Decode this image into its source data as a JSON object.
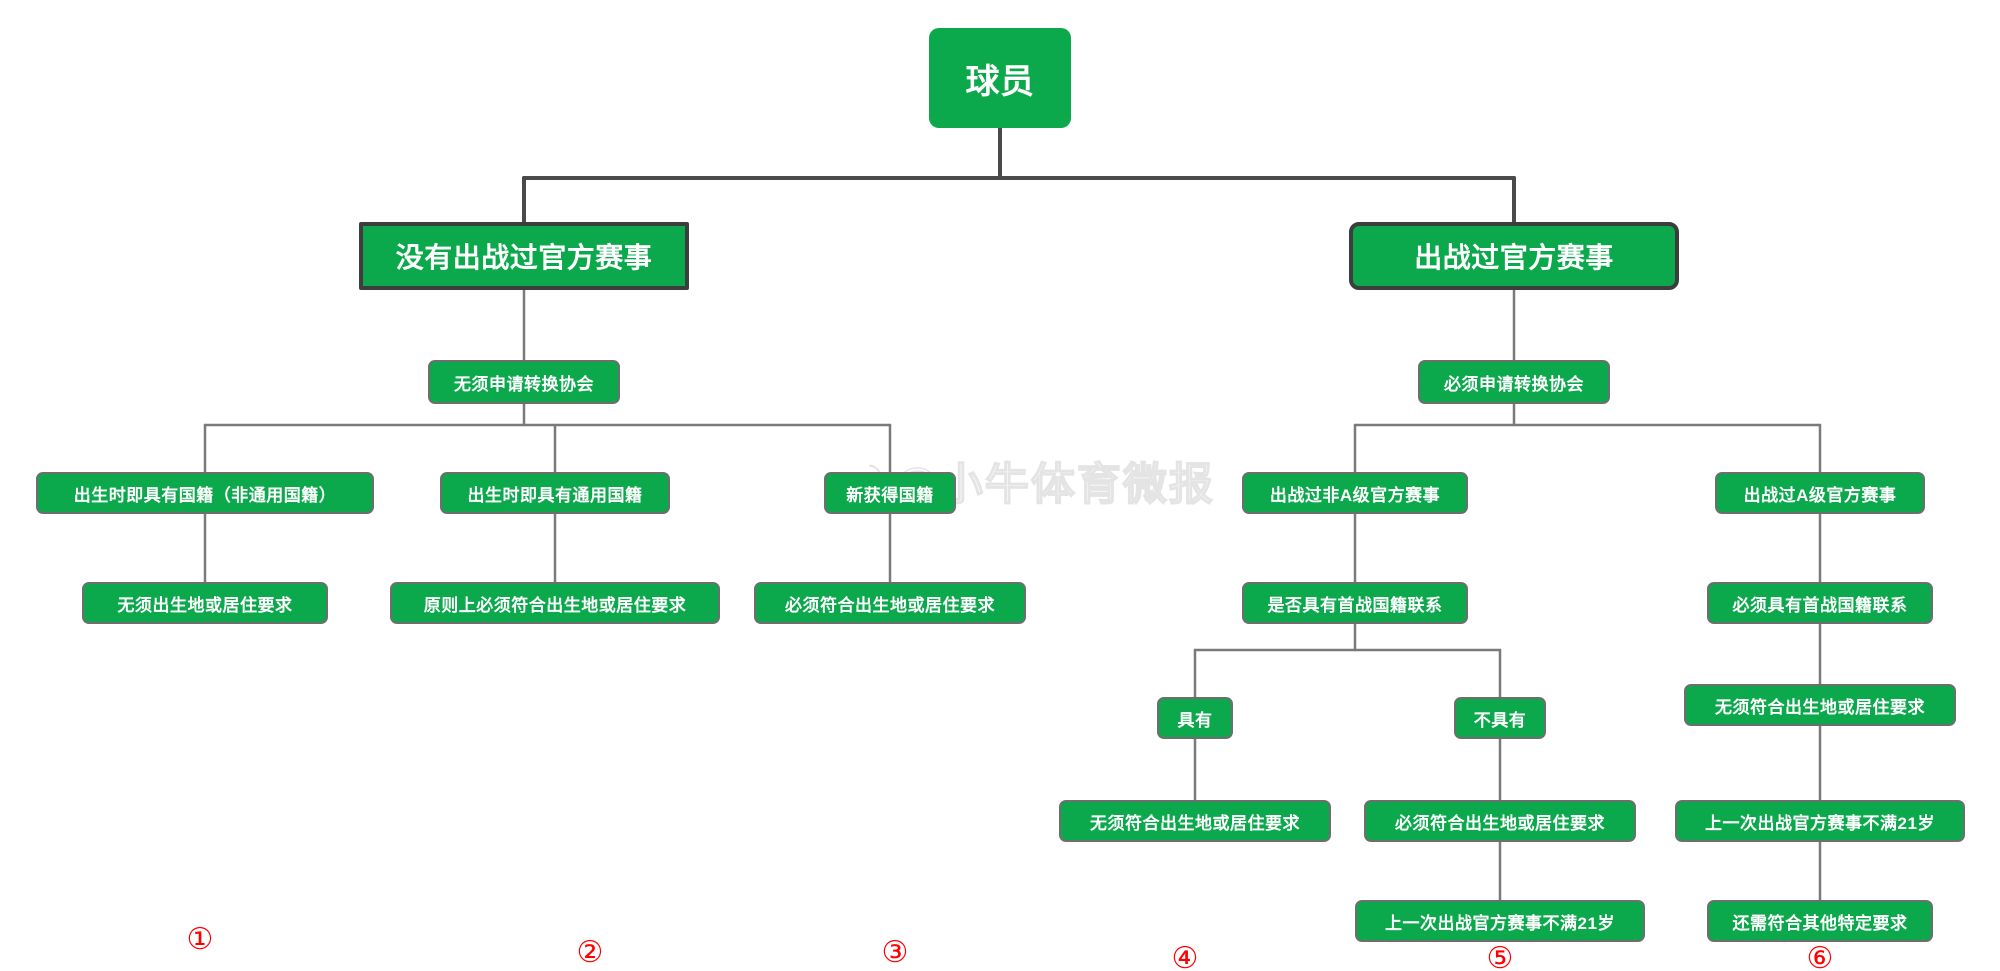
{
  "chart_data": {
    "type": "diagram",
    "diagram_type": "flowchart-tree",
    "title": "球员",
    "orientation": "top-down",
    "node_fill_color": "#0BA84C",
    "node_text_color": "#FFFFFF",
    "edge_color": "#555555",
    "marker_color": "#FF0000",
    "background_color": "#FFFFFF"
  },
  "watermark": {
    "text": "@小牛体育微报",
    "icon": "weibo-logo-icon"
  },
  "nodes": {
    "root": "球员",
    "lvl2": {
      "left": "没有出战过官方赛事",
      "right": "出战过官方赛事"
    },
    "lvl3": {
      "left": "无须申请转换协会",
      "right": "必须申请转换协会"
    },
    "left_branch": {
      "b1": "出生时即具有国籍（非通用国籍）",
      "b1_req": "无须出生地或居住要求",
      "b2": "出生时即具有通用国籍",
      "b2_req": "原则上必须符合出生地或居住要求",
      "b3": "新获得国籍",
      "b3_req": "必须符合出生地或居住要求"
    },
    "right_branch": {
      "r1": "出战过非A级官方赛事",
      "r1_q": "是否具有首战国籍联系",
      "r1_yes": "具有",
      "r1_yes_req": "无须符合出生地或居住要求",
      "r1_no": "不具有",
      "r1_no_req": "必须符合出生地或居住要求",
      "r1_no_req2": "上一次出战官方赛事不满21岁",
      "r2": "出战过A级官方赛事",
      "r2_link": "必须具有首战国籍联系",
      "r2_req1": "无须符合出生地或居住要求",
      "r2_req2": "上一次出战官方赛事不满21岁",
      "r2_req3": "还需符合其他特定要求"
    }
  },
  "markers": {
    "m1": "①",
    "m2": "②",
    "m3": "③",
    "m4": "④",
    "m5": "⑤",
    "m6": "⑥"
  }
}
